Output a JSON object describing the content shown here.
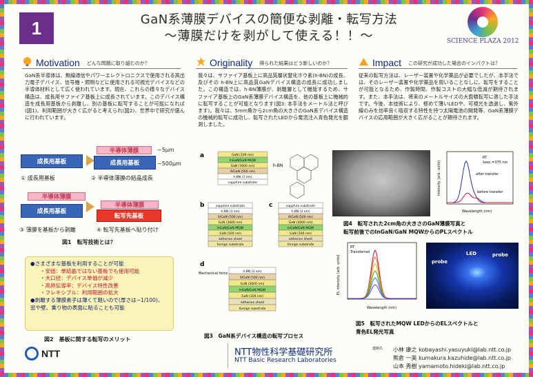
{
  "header": {
    "number": "1",
    "title_line1": "GaN系薄膜デバイスの簡便な剥離・転写方法",
    "title_line2": "～薄膜だけを剥がして使える！！～",
    "logo_text": "SCIENCE PLAZA 2012"
  },
  "motivation": {
    "heading": "Motivation",
    "subheading": "どんな問題に取り組むのか？",
    "body": "GaN系半導体は、無線通信やパワーエレクトロニクスで使用される高出力電子デバイス、信号機・照明などに使用される可視光デバイスなどの半導体材料として広く使われています。現在、これらの様々なデバイス構造は、成長用サファイア基板上に成長されています。このデバイス構造を成長用基板から剥離し、別の基板に転写することが可能になれば(図1)、利用範囲が大きく広がると考えられ(図2)、世界中で研究が盛んに行われています。"
  },
  "originality": {
    "heading": "Originality",
    "subheading": "得られた結果はどう新しいのか？",
    "body": "我々は、サファイア基板上に高品質層状窒化ホウ素(h-BN)の成長、及びその h-BN上に高品質GaNデバイス構造の成長に成功しました。この構造では、h-BN薄膜が、剥離層として機能するため、サファイア基板上のGaN系薄膜デバイス構造を、他の基板上に機械的に転写することが可能となります(図3: 本手法をメートル法と呼びます)。我々は、5mm角から2cm角の大きさのGaN系デバイス構造の機械的転写に成功し、転写されたLEDから電流注入青色発光を観測しました。"
  },
  "impact": {
    "heading": "Impact",
    "subheading": "この研究が成功した場合のインパクトは？",
    "body": "従来の転写方法は、レーザー装置や化学薬品が必要でしたが、本手法では、そのレーザー装置や化学薬品を用いることなしに、転写をすることが可能となるため、作製時間、作製コストの大幅な低減が期待されます。また、本手法は、将来のメートルサイズの大面積転写に適した手法です。今後、本技術により、極めて薄いLEDや、可視光を透過し、紫外線のみを効率良く吸収する特性を持つ太陽電池の開発等、GaN系薄膜デバイスの応用範囲が大きく広がることが期待されます。"
  },
  "fig1": {
    "sub_substrate": "成長用基板",
    "film": "半導体薄膜",
    "thick_film": "~5μm",
    "thick_sub": "~500μm",
    "transfer_substrate": "転写先基板",
    "step1": "① 成長用基板",
    "step2": "② 半導体薄膜の結晶成長",
    "step3": "③ 薄膜を基板から剥離",
    "step4": "④ 転写先基板へ貼り付け",
    "caption": "図1　転写技術とは？"
  },
  "merit": {
    "line1": "●さまざまな基板を利用することが可能",
    "item1": "・安価：単結晶ではない基板でも使用可能",
    "item2": "・大口径：デバイス単価が減少",
    "item3": "・高熱伝導率：デバイス特性改善",
    "item4": "・フレキシブル：利用範囲の拡大",
    "line2": "●剥離する薄膜素子は薄くて軽いので(厚さは~1/100)、窓や壁、乗り物の表面に貼ることも可能",
    "caption": "図2　基板に関する転写のメリット"
  },
  "fig3": {
    "caption": "図3　GaN系デバイス構造の転写プロセス",
    "panel_a": "a",
    "panel_b": "b",
    "panel_c": "c",
    "panel_d": "d",
    "hbn_label": "h-BN",
    "layers_a": [
      "GaN (100 nm)",
      "InGaN/GaN MQW",
      "GaN (3000 nm)",
      "AlGaN (500 nm)",
      "h-BN (3 nm)",
      "sapphire substrate"
    ],
    "layers_b": [
      "sapphire substrate",
      "h-BN (3 nm)",
      "AlGaN (500 nm)",
      "GaN (3000 nm)",
      "InGaN/GaN MQW",
      "GaN (100 nm)",
      "adhesive sheet",
      "foreign substrate"
    ],
    "mechanical_force": "Mechanical force"
  },
  "fig4": {
    "caption_line1": "図4　転写された2cm角の大きさのGaN薄膜写真と",
    "caption_line2": "転写前後でのInGaN/GaN MQWからのPLスペクトル",
    "chart_legend_rt": "RT",
    "chart_legend_exc": "λexc.=375 nm",
    "after_label": "after transfer",
    "before_label": "before transfer",
    "xlabel": "Wavelength (nm)",
    "ylabel": "Intensity (arb. units)"
  },
  "fig5": {
    "caption_line1": "図5　転写されたMQW LEDからのELスペクトルと",
    "caption_line2": "青色EL発光写真",
    "rt_label": "RT",
    "transferred_label": "Transferred",
    "xlabel": "Wavelength (nm)",
    "ylabel": "EL intensity (arb. units)",
    "probe_left": "probe",
    "probe_right": "probe",
    "led_label": "LED"
  },
  "footer": {
    "ntt": "NTT",
    "lab_jp": "NTT物性科学基礎研究所",
    "lab_en": "NTT Basic Research Laboratories",
    "contact_label": "連絡先",
    "contact1": "小林 康之 kobayashi.yasuyuki@lab.ntt.co.jp",
    "contact2": "熊倉 一英 kumakura.kazuhide@lab.ntt.co.jp",
    "contact3": "山本 秀樹 yamamoto.hideki@lab.ntt.co.jp"
  },
  "colors": {
    "accent_purple": "#6a2f8a",
    "heading_blue": "#0d2a7a",
    "highlight_red": "#c8102e"
  }
}
